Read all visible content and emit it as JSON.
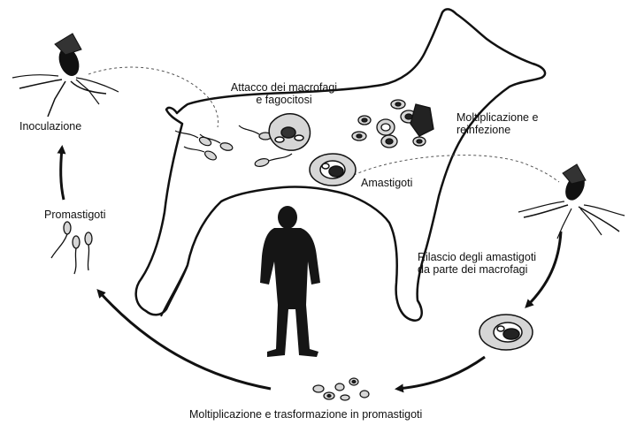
{
  "labels": {
    "attack_line1": "Attacco dei macrofagi",
    "attack_line2": "e fagocitosi",
    "multiplication_line1": "Moltiplicazione e",
    "multiplication_line2": "reinfezione",
    "inoculation": "Inoculazione",
    "amastigotes": "Amastigoti",
    "promastigotes": "Promastigoti",
    "release_line1": "Rilascio degli amastigoti",
    "release_line2": "da parte dei macrofagi",
    "bottom": "Moltiplicazione e trasformazione in promastigoti"
  },
  "colors": {
    "ink": "#111111",
    "background": "#ffffff",
    "silhouette": "#151515",
    "cell_fill": "#d6d6d6"
  }
}
